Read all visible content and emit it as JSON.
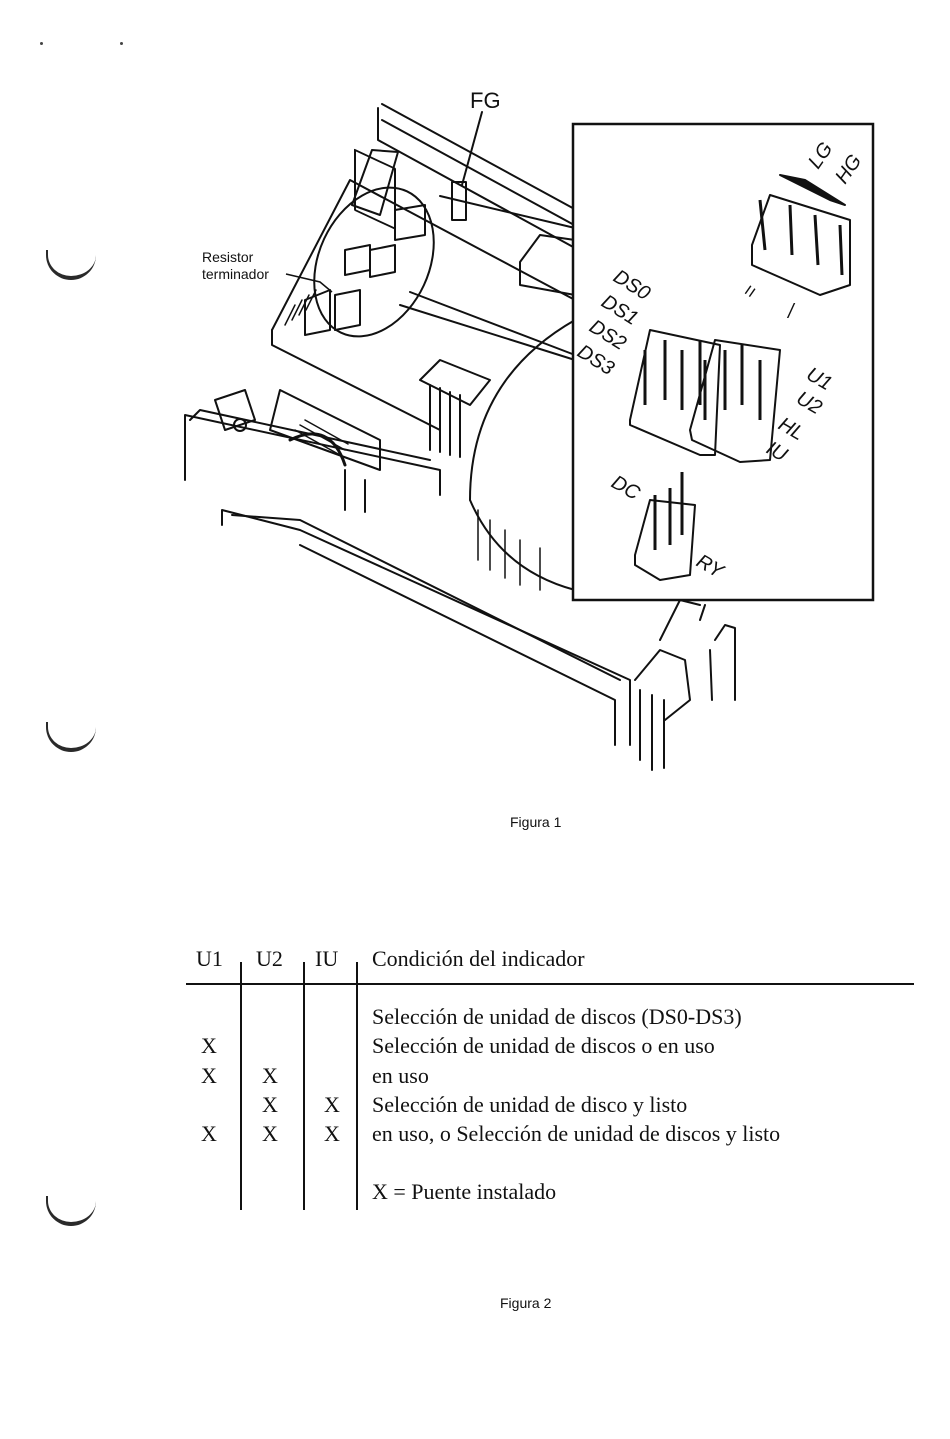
{
  "figure1": {
    "label_fg": "FG",
    "label_resistor_line1": "Resistor",
    "label_resistor_line2": "terminador",
    "jumper_labels": {
      "lg": "LG",
      "hg": "HG",
      "ds0": "DS0",
      "ds1": "DS1",
      "ds2": "DS2",
      "ds3": "DS3",
      "mark_eq": "=",
      "mark_slash": "/",
      "u1": "U1",
      "u2": "U2",
      "hl": "HL",
      "iu": "IU",
      "dc": "DC",
      "ry": "RY"
    },
    "caption": "Figura 1"
  },
  "figure2": {
    "headers": [
      "U1",
      "U2",
      "IU",
      "Condición del indicador"
    ],
    "rows": [
      {
        "u1": "",
        "u2": "",
        "iu": "",
        "condition": "Selección de unidad de discos (DS0-DS3)"
      },
      {
        "u1": "X",
        "u2": "",
        "iu": "",
        "condition": "Selección de unidad de discos o en uso"
      },
      {
        "u1": "X",
        "u2": "X",
        "iu": "",
        "condition": "en uso"
      },
      {
        "u1": "",
        "u2": "X",
        "iu": "X",
        "condition": "Selección de unidad de disco y listo"
      },
      {
        "u1": "X",
        "u2": "X",
        "iu": "X",
        "condition": "en uso, o Selección de unidad de discos y listo"
      }
    ],
    "legend": "X = Puente instalado",
    "caption": "Figura 2"
  }
}
